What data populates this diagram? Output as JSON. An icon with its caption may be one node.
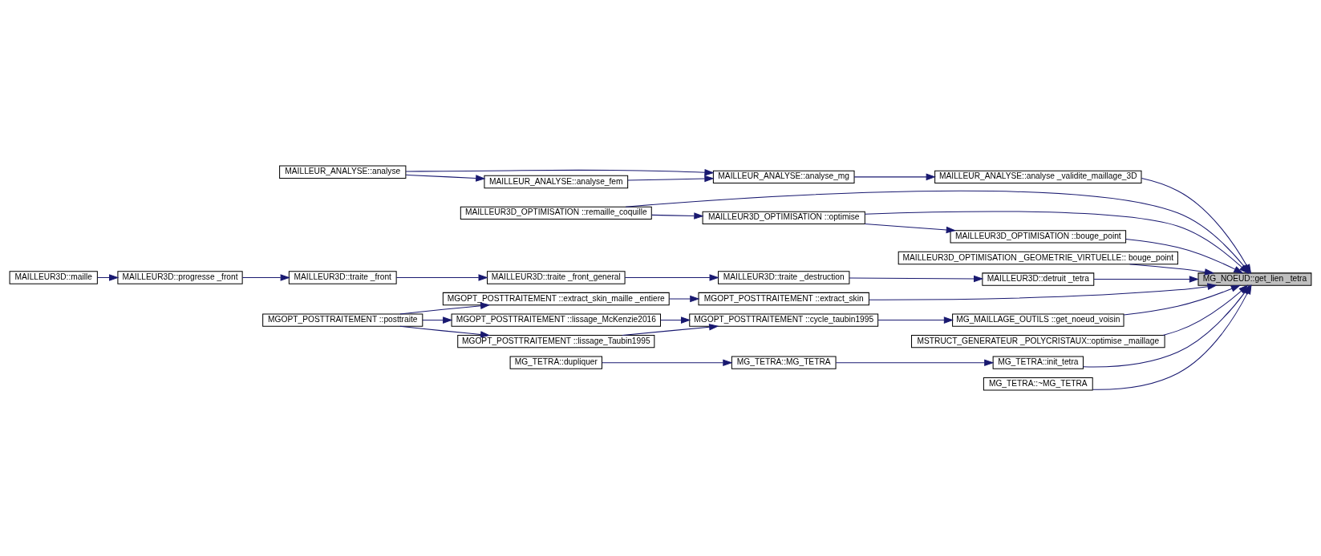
{
  "diagram": {
    "nodes": [
      {
        "text": [
          "MG_NOEUD::get_lien _tetra"
        ]
      },
      {
        "text": [
          "MAILLEUR_ANALYSE::analyse _validite_maillage_3D"
        ]
      },
      {
        "text": [
          "MAILLEUR_ANALYSE::analyse_mg"
        ]
      },
      {
        "text": [
          "MAILLEUR_ANALYSE::analyse"
        ]
      },
      {
        "text": [
          "MAILLEUR_ANALYSE::analyse_fem"
        ]
      },
      {
        "text": [
          "MAILLEUR3D_OPTIMISATION ::optimise"
        ]
      },
      {
        "text": [
          "MAILLEUR3D_OPTIMISATION ::remaille_coquille"
        ]
      },
      {
        "text": [
          "MAILLEUR3D_OPTIMISATION _GEOMETRIE_VIRTUELLE:: bouge_point"
        ]
      },
      {
        "text": [
          "MAILLEUR3D_OPTIMISATION ::bouge_point"
        ]
      },
      {
        "text": [
          "MAILLEUR3D::detruit _tetra"
        ]
      },
      {
        "text": [
          "MAILLEUR3D::traite _destruction"
        ]
      },
      {
        "text": [
          "MAILLEUR3D::traite _front_general"
        ]
      },
      {
        "text": [
          "MAILLEUR3D::traite _front"
        ]
      },
      {
        "text": [
          "MAILLEUR3D::progresse _front"
        ]
      },
      {
        "text": [
          "MAILLEUR3D::maille"
        ]
      },
      {
        "text": [
          "MGOPT_POSTTRAITEMENT ::extract_skin"
        ]
      },
      {
        "text": [
          "MGOPT_POSTTRAITEMENT ::extract_skin_maille _entiere"
        ]
      },
      {
        "text": [
          "MGOPT_POSTTRAITEMENT ::posttraite"
        ]
      },
      {
        "text": [
          "MG_MAILLAGE_OUTILS ::get_noeud_voisin"
        ]
      },
      {
        "text": [
          "MGOPT_POSTTRAITEMENT ::cycle_taubin1995"
        ]
      },
      {
        "text": [
          "MGOPT_POSTTRAITEMENT ::lissage_McKenzie2016"
        ]
      },
      {
        "text": [
          "MGOPT_POSTTRAITEMENT ::lissage_Taubin1995"
        ]
      },
      {
        "text": [
          "MSTRUCT_GENERATEUR _POLYCRISTAUX::optimise _maillage"
        ]
      },
      {
        "text": [
          "MG_TETRA::init_tetra"
        ]
      },
      {
        "text": [
          "MG_TETRA::MG_TETRA"
        ]
      },
      {
        "text": [
          "MG_TETRA::dupliquer"
        ]
      },
      {
        "text": [
          "MG_TETRA::~MG_TETRA"
        ]
      }
    ],
    "edges": [
      {
        "from": 1,
        "to": 0,
        "arrow": "to"
      },
      {
        "from": 2,
        "to": 1,
        "arrow": "to"
      },
      {
        "from": 3,
        "to": 2,
        "arrow": "to"
      },
      {
        "from": 3,
        "to": 4,
        "arrow": "to"
      },
      {
        "from": 4,
        "to": 2,
        "arrow": "to"
      },
      {
        "from": 5,
        "to": 0,
        "arrow": "to"
      },
      {
        "from": 6,
        "to": 0,
        "arrow": "to"
      },
      {
        "from": 6,
        "to": 5,
        "arrow": "to"
      },
      {
        "from": 5,
        "to": 8,
        "arrow": "to"
      },
      {
        "from": 7,
        "to": 0,
        "arrow": "to"
      },
      {
        "from": 8,
        "to": 0,
        "arrow": "to"
      },
      {
        "from": 9,
        "to": 0,
        "arrow": "to"
      },
      {
        "from": 10,
        "to": 9,
        "arrow": "to"
      },
      {
        "from": 11,
        "to": 10,
        "arrow": "to"
      },
      {
        "from": 12,
        "to": 11,
        "arrow": "to"
      },
      {
        "from": 13,
        "to": 12,
        "arrow": "to"
      },
      {
        "from": 14,
        "to": 13,
        "arrow": "to"
      },
      {
        "from": 15,
        "to": 0,
        "arrow": "to"
      },
      {
        "from": 16,
        "to": 15,
        "arrow": "to"
      },
      {
        "from": 17,
        "to": 16,
        "arrow": "to"
      },
      {
        "from": 18,
        "to": 0,
        "arrow": "to"
      },
      {
        "from": 19,
        "to": 18,
        "arrow": "to"
      },
      {
        "from": 20,
        "to": 19,
        "arrow": "to"
      },
      {
        "from": 17,
        "to": 20,
        "arrow": "to"
      },
      {
        "from": 21,
        "to": 19,
        "arrow": "to"
      },
      {
        "from": 17,
        "to": 21,
        "arrow": "to"
      },
      {
        "from": 22,
        "to": 0,
        "arrow": "to"
      },
      {
        "from": 23,
        "to": 0,
        "arrow": "to"
      },
      {
        "from": 24,
        "to": 23,
        "arrow": "to"
      },
      {
        "from": 25,
        "to": 24,
        "arrow": "to"
      },
      {
        "from": 26,
        "to": 0,
        "arrow": "to"
      }
    ]
  }
}
